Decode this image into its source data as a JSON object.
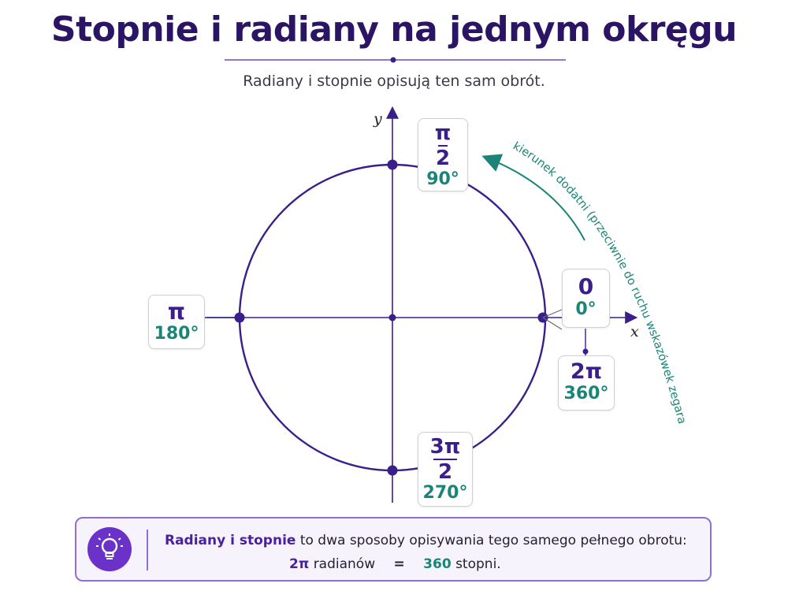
{
  "title": "Stopnie i radiany na jednym okręgu",
  "subtitle": "Radiany i stopnie opisują ten sam obrót.",
  "axes": {
    "x": "x",
    "y": "y"
  },
  "direction_note": "kierunek dodatni (przeciwnie do ruchu wskazówek zegara)",
  "angles": [
    {
      "id": "a0",
      "radian": "0",
      "degree": "0°"
    },
    {
      "id": "a90",
      "radian_num": "π",
      "radian_den": "2",
      "degree": "90°"
    },
    {
      "id": "a180",
      "radian": "π",
      "degree": "180°"
    },
    {
      "id": "a270",
      "radian_num": "3π",
      "radian_den": "2",
      "degree": "270°"
    },
    {
      "id": "a360",
      "radian": "2π",
      "degree": "360°"
    }
  ],
  "info": {
    "bold_part": "Radiany i stopnie",
    "rest": " to dwa sposoby opisywania tego samego pełnego obrotu:",
    "value1": "2π",
    "unit1": "radianów",
    "equals": "=",
    "value2": "360",
    "unit2": "stopni."
  },
  "colors": {
    "title": "#2a1463",
    "circle": "#3a1f8a",
    "radian_text": "#3a1f8a",
    "degree_text": "#1a8577",
    "arrow": "#1a8577",
    "info_border": "#8e70d4"
  },
  "icons": {
    "info": "lightbulb-icon"
  }
}
